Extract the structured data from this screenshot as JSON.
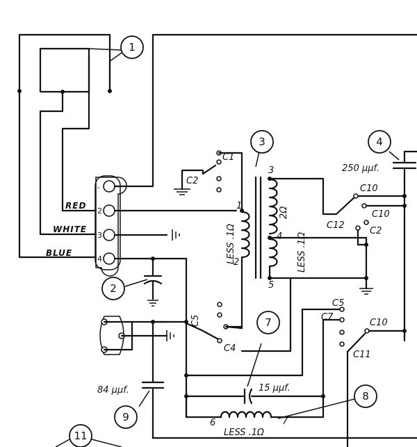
{
  "callouts": [
    "1",
    "2",
    "3",
    "4",
    "7",
    "8",
    "9",
    "11"
  ],
  "wire_labels": {
    "red": "RED",
    "white": "WHITE",
    "blue": "BLUE"
  },
  "terminal_marks": [
    "-",
    "2",
    "3",
    "4"
  ],
  "switch_labels": {
    "c1": "C1",
    "c2_left": "C2",
    "c10_a": "C10",
    "c10_b": "C10",
    "c12": "C12",
    "c2_right": "C2",
    "c5_a": "C5",
    "c4": "C4",
    "c5_b": "C5",
    "c7": "C7",
    "c10_c": "C10",
    "c11": "C11"
  },
  "coil_labels": {
    "left_coil": "LESS .1Ω",
    "right_top": "2Ω",
    "right_bottom": "LESS .1Ω",
    "bottom_coil": "LESS .1Ω"
  },
  "node_numbers": {
    "n1": "1",
    "n2": "2",
    "n3": "3",
    "n4": "4",
    "n5": "5",
    "n6": "6",
    "n7": "7"
  },
  "capacitor_values": {
    "c250": "250 μμf.",
    "c84": "84 μμf.",
    "c15": "15 μμf."
  }
}
